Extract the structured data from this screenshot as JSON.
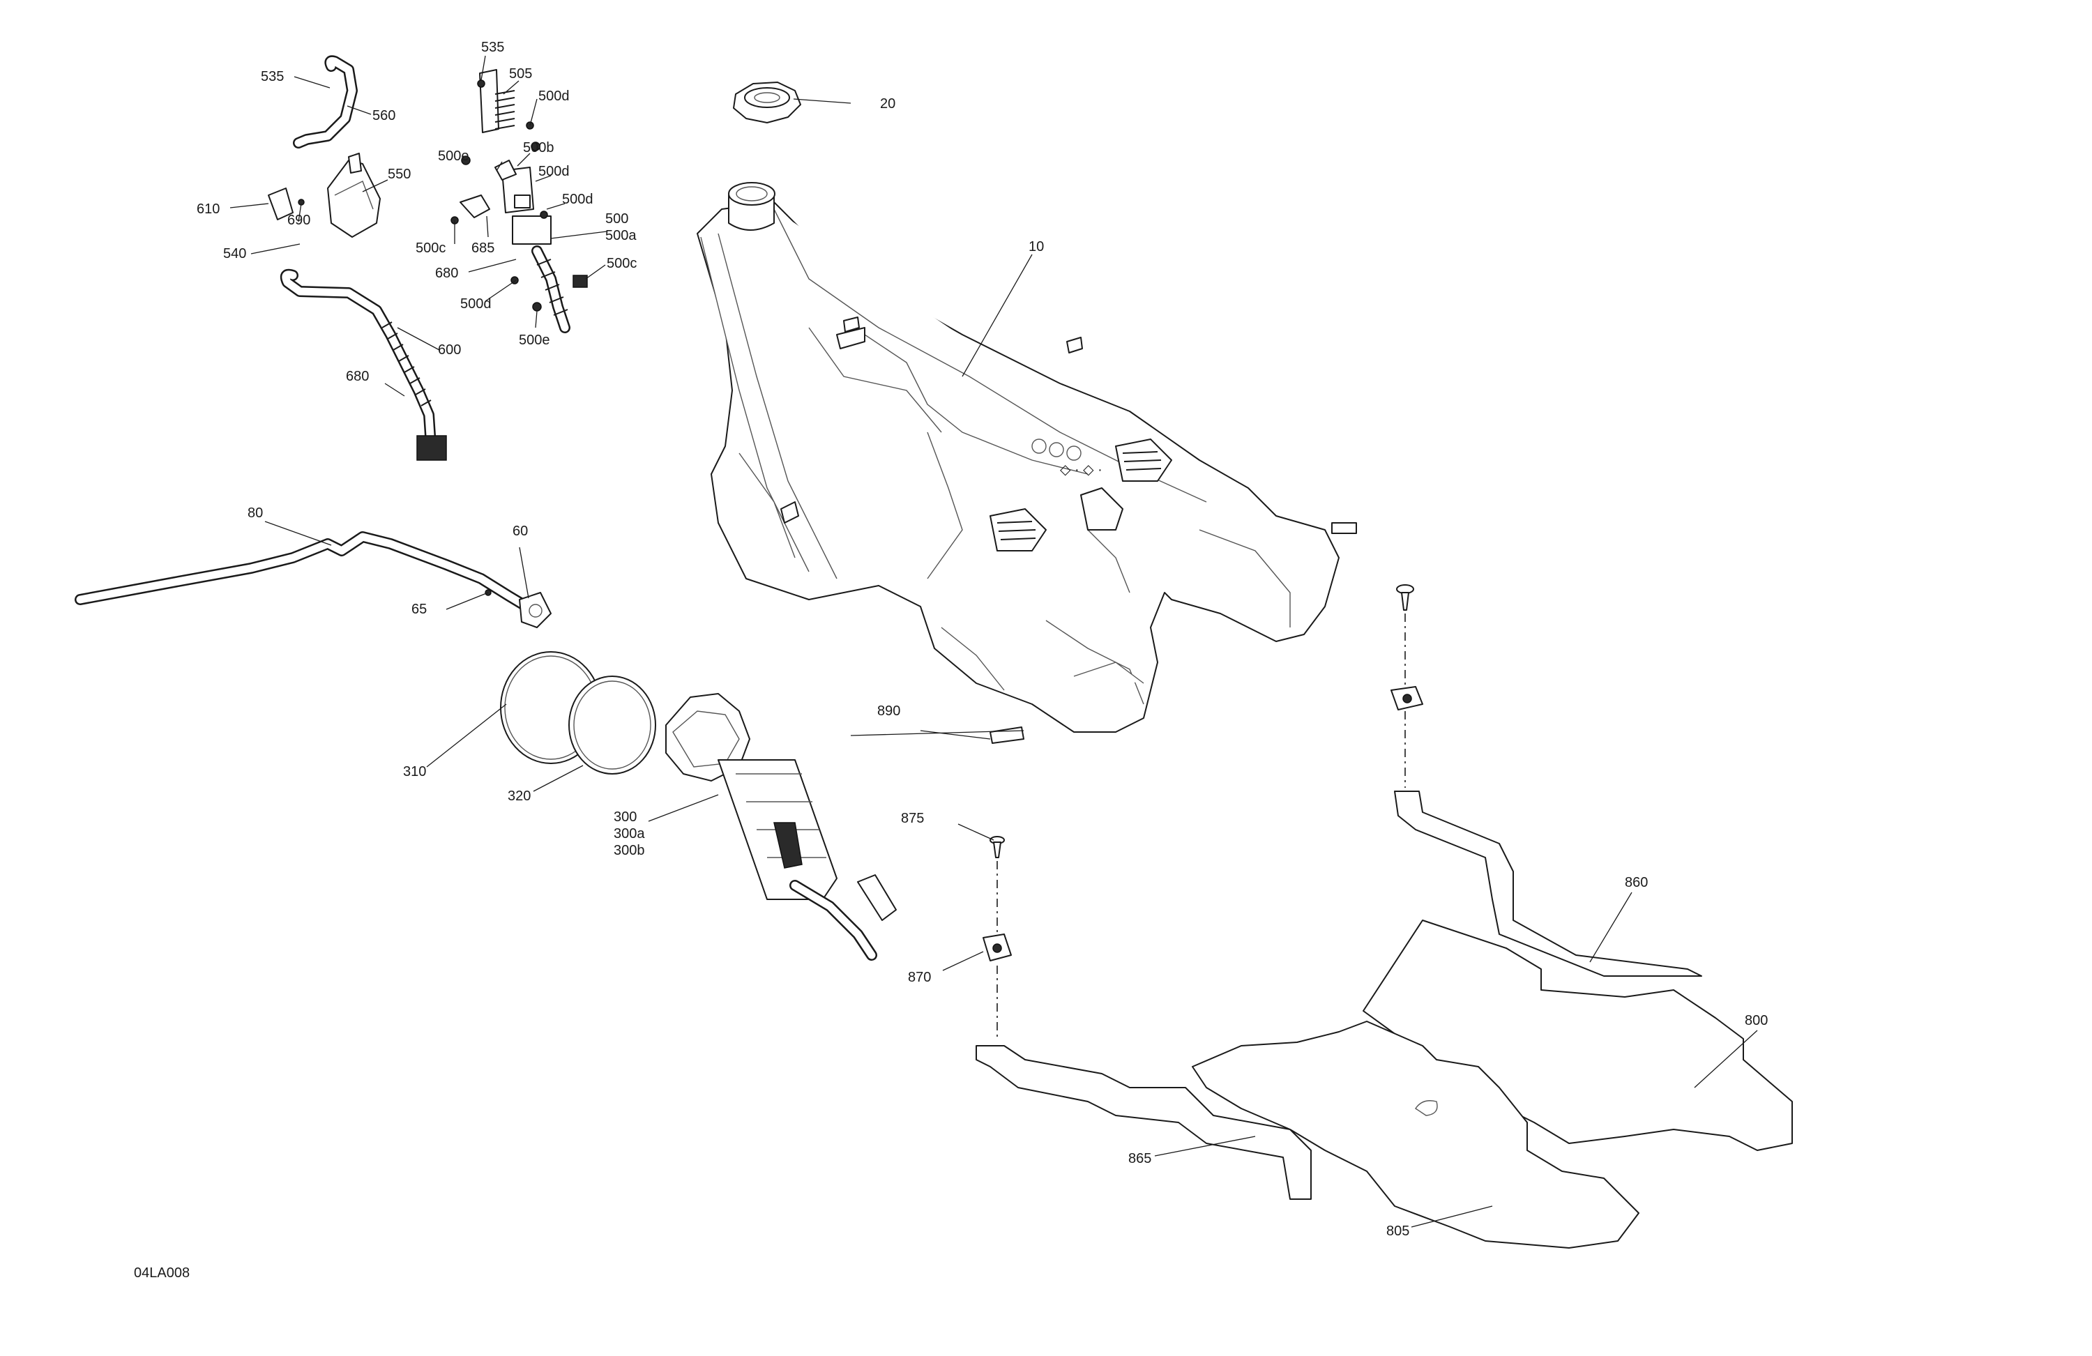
{
  "diagram_code": "04LA008",
  "callouts": {
    "c10": "10",
    "c20": "20",
    "c60": "60",
    "c65": "65",
    "c80": "80",
    "c300": "300",
    "c300a": "300a",
    "c300b": "300b",
    "c310": "310",
    "c320": "320",
    "c500": "500",
    "c500a": "500a",
    "c500b": "500b",
    "c500c_left": "500c",
    "c500c_right": "500c",
    "c500d_1": "500d",
    "c500d_2": "500d",
    "c500d_3": "500d",
    "c500d_4": "500d",
    "c500e_top": "500e",
    "c500e_bottom": "500e",
    "c505": "505",
    "c535_left": "535",
    "c535_right": "535",
    "c540": "540",
    "c550": "550",
    "c560": "560",
    "c600": "600",
    "c610": "610",
    "c680_upper": "680",
    "c680_lower": "680",
    "c685": "685",
    "c690": "690",
    "c800": "800",
    "c805": "805",
    "c860": "860",
    "c865": "865",
    "c870": "870",
    "c875": "875",
    "c890": "890"
  }
}
